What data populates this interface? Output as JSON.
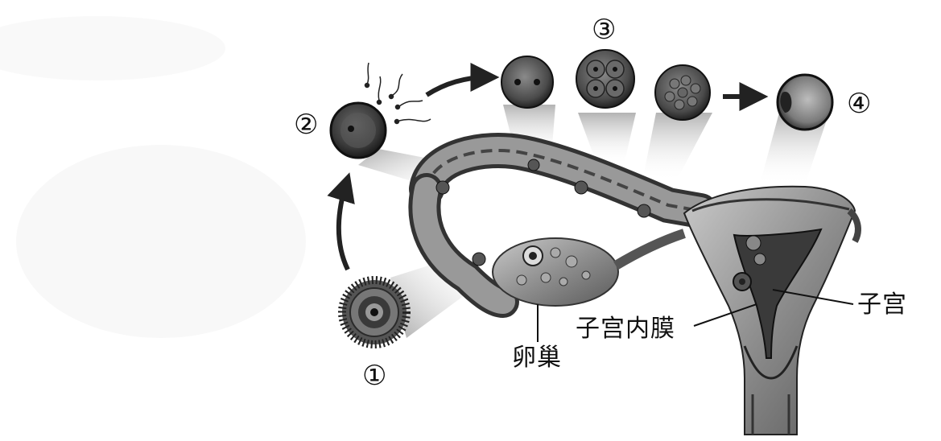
{
  "markers": {
    "m1": "①",
    "m2": "②",
    "m3": "③",
    "m4": "④"
  },
  "labels": {
    "ovary": "卵巢",
    "endometrium": "子宫内膜",
    "uterus": "子宫"
  }
}
